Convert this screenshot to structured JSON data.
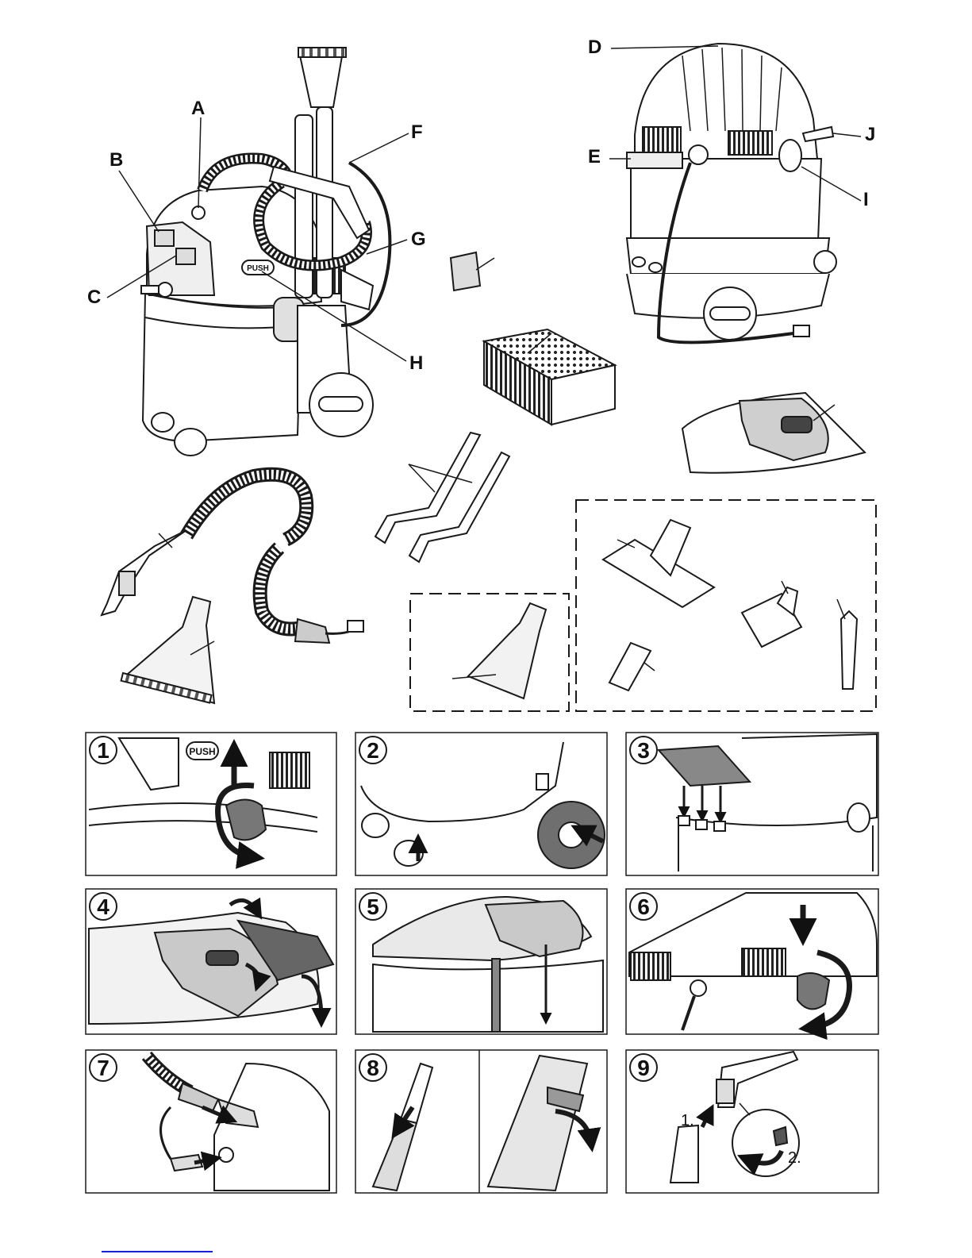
{
  "callouts": {
    "A": "A",
    "B": "B",
    "C": "C",
    "D": "D",
    "E": "E",
    "F": "F",
    "G": "G",
    "H": "H",
    "I": "I",
    "J": "J"
  },
  "machine_text": {
    "push": "PUSH"
  },
  "steps": [
    {
      "number": "1"
    },
    {
      "number": "2"
    },
    {
      "number": "3"
    },
    {
      "number": "4"
    },
    {
      "number": "5"
    },
    {
      "number": "6"
    },
    {
      "number": "7"
    },
    {
      "number": "8"
    },
    {
      "number": "9"
    }
  ],
  "step_labels": {
    "push": "PUSH",
    "first": "1.",
    "second": "2."
  },
  "colors": {
    "line": "#1a1a1a",
    "panel_border": "#1a1a1a",
    "light_fill": "#e6e6e6",
    "mid_fill": "#bdbdbd",
    "dark_fill": "#6f6f6f",
    "link": "#1a1aff"
  }
}
